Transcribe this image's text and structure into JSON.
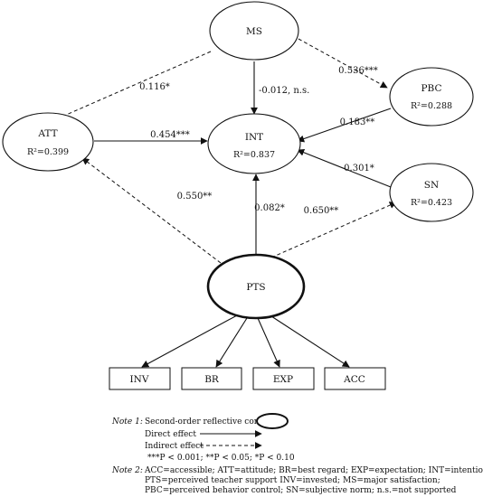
{
  "nodes": {
    "ms": {
      "name": "MS"
    },
    "pbc": {
      "name": "PBC",
      "r2": "R²=0.288"
    },
    "att": {
      "name": "ATT",
      "r2": "R²=0.399"
    },
    "int": {
      "name": "INT",
      "r2": "R²=0.837"
    },
    "sn": {
      "name": "SN",
      "r2": "R²=0.423"
    },
    "pts": {
      "name": "PTS"
    },
    "inv": {
      "name": "INV"
    },
    "br": {
      "name": "BR"
    },
    "exp": {
      "name": "EXP"
    },
    "acc": {
      "name": "ACC"
    }
  },
  "paths": {
    "ms_att": "0.116*",
    "ms_int": "-0.012, n.s.",
    "ms_pbc": "0.536***",
    "att_int": "0.454***",
    "pbc_int": "0.183**",
    "sn_int": "0.301*",
    "pts_att": "0.550**",
    "pts_int": "0.082*",
    "pts_sn": "0.650**"
  },
  "notes": {
    "note1_label": "Note 1:",
    "note1_text": "Second-order reflective construct",
    "direct": "Direct effect",
    "indirect": "Indirect effect",
    "sig": "***P < 0.001; **P < 0.05; *P < 0.10",
    "note2_label": "Note 2:",
    "note2_line1": "ACC=accessible; ATT=attitude; BR=best regard; EXP=expectation; INT=intention;",
    "note2_line2": "PTS=perceived teacher support INV=invested; MS=major satisfaction;",
    "note2_line3": "PBC=perceived behavior control; SN=subjective norm; n.s.=not supported"
  }
}
